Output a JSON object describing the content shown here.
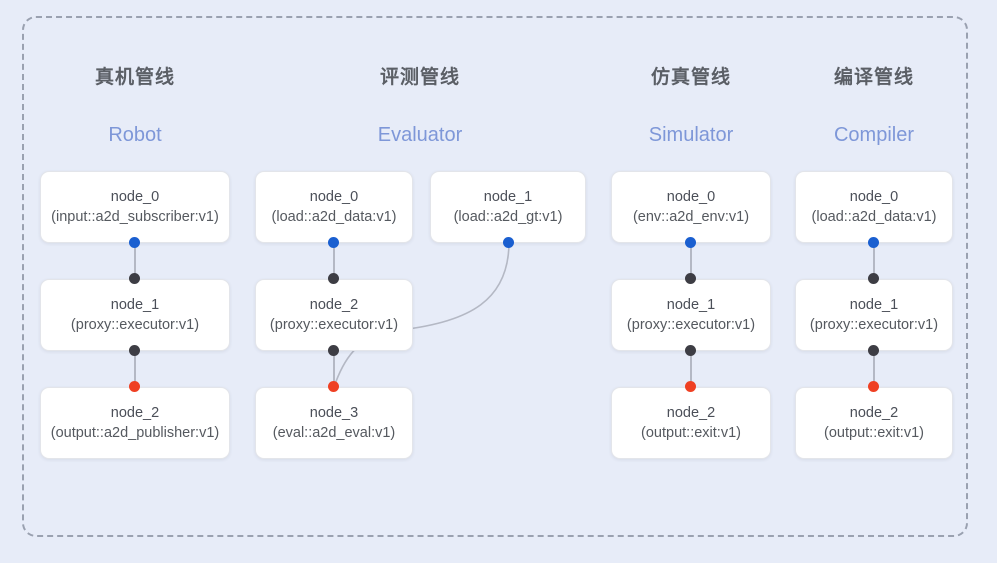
{
  "canvas": {
    "background": "#e7ecf8",
    "frame_border_color": "#9aa1b0"
  },
  "palette": {
    "title_color": "#5b5f66",
    "subtitle_color": "#7e97d8",
    "node_text_color": "#4b4f58",
    "port_output": "#1a5fd0",
    "port_proxy": "#3d3d44",
    "port_input": "#ef4023",
    "edge_color": "#b4b8c4"
  },
  "columns": [
    {
      "title": "真机管线",
      "subtitle": "Robot",
      "nodes": [
        {
          "name": "node_0",
          "id": "(input::a2d_subscriber:v1)"
        },
        {
          "name": "node_1",
          "id": "(proxy::executor:v1)"
        },
        {
          "name": "node_2",
          "id": "(output::a2d_publisher:v1)"
        }
      ]
    },
    {
      "title": "评测管线",
      "subtitle": "Evaluator",
      "nodes": [
        {
          "name": "node_0",
          "id": "(load::a2d_data:v1)"
        },
        {
          "name": "node_2",
          "id": "(proxy::executor:v1)"
        },
        {
          "name": "node_3",
          "id": "(eval::a2d_eval:v1)"
        }
      ],
      "side_node": {
        "name": "node_1",
        "id": "(load::a2d_gt:v1)"
      }
    },
    {
      "title": "仿真管线",
      "subtitle": "Simulator",
      "nodes": [
        {
          "name": "node_0",
          "id": "(env::a2d_env:v1)"
        },
        {
          "name": "node_1",
          "id": "(proxy::executor:v1)"
        },
        {
          "name": "node_2",
          "id": "(output::exit:v1)"
        }
      ]
    },
    {
      "title": "编译管线",
      "subtitle": "Compiler",
      "nodes": [
        {
          "name": "node_0",
          "id": "(load::a2d_data:v1)"
        },
        {
          "name": "node_1",
          "id": "(proxy::executor:v1)"
        },
        {
          "name": "node_2",
          "id": "(output::exit:v1)"
        }
      ]
    }
  ]
}
